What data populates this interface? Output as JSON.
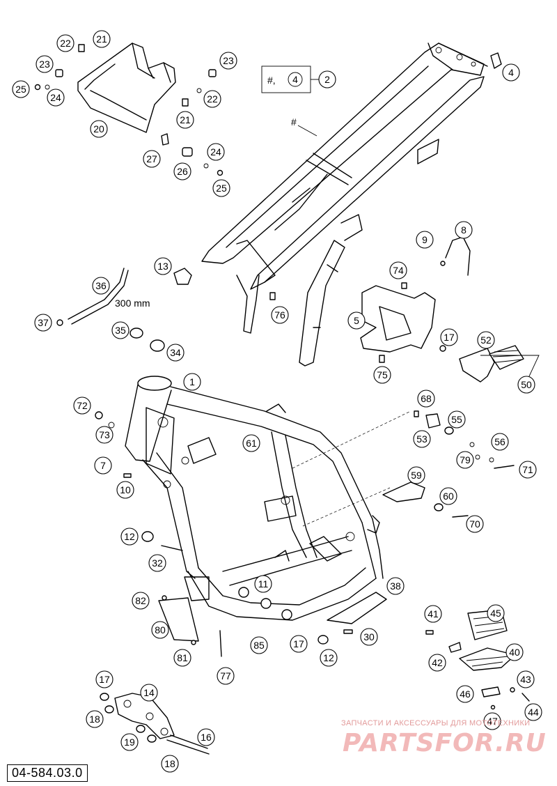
{
  "diagram": {
    "document_number": "04-584.03.0",
    "measure_label": "300 mm",
    "frame_marker": "#",
    "kit_marker_prefix": "#,",
    "kit_marker_ref": "4",
    "callouts": [
      {
        "id": "c1",
        "num": "1"
      },
      {
        "id": "c2",
        "num": "2"
      },
      {
        "id": "c4",
        "num": "4"
      },
      {
        "id": "c5",
        "num": "5"
      },
      {
        "id": "c7",
        "num": "7"
      },
      {
        "id": "c8",
        "num": "8"
      },
      {
        "id": "c9",
        "num": "9"
      },
      {
        "id": "c10",
        "num": "10"
      },
      {
        "id": "c11",
        "num": "11"
      },
      {
        "id": "c12a",
        "num": "12"
      },
      {
        "id": "c12b",
        "num": "12"
      },
      {
        "id": "c13",
        "num": "13"
      },
      {
        "id": "c14",
        "num": "14"
      },
      {
        "id": "c16",
        "num": "16"
      },
      {
        "id": "c17a",
        "num": "17"
      },
      {
        "id": "c17b",
        "num": "17"
      },
      {
        "id": "c17c",
        "num": "17"
      },
      {
        "id": "c18a",
        "num": "18"
      },
      {
        "id": "c18b",
        "num": "18"
      },
      {
        "id": "c19",
        "num": "19"
      },
      {
        "id": "c20",
        "num": "20"
      },
      {
        "id": "c21a",
        "num": "21"
      },
      {
        "id": "c21b",
        "num": "21"
      },
      {
        "id": "c22a",
        "num": "22"
      },
      {
        "id": "c22b",
        "num": "22"
      },
      {
        "id": "c23a",
        "num": "23"
      },
      {
        "id": "c23b",
        "num": "23"
      },
      {
        "id": "c24a",
        "num": "24"
      },
      {
        "id": "c24b",
        "num": "24"
      },
      {
        "id": "c25a",
        "num": "25"
      },
      {
        "id": "c25b",
        "num": "25"
      },
      {
        "id": "c26",
        "num": "26"
      },
      {
        "id": "c27",
        "num": "27"
      },
      {
        "id": "c30",
        "num": "30"
      },
      {
        "id": "c32",
        "num": "32"
      },
      {
        "id": "c34",
        "num": "34"
      },
      {
        "id": "c35",
        "num": "35"
      },
      {
        "id": "c36",
        "num": "36"
      },
      {
        "id": "c37",
        "num": "37"
      },
      {
        "id": "c38",
        "num": "38"
      },
      {
        "id": "c40",
        "num": "40"
      },
      {
        "id": "c41",
        "num": "41"
      },
      {
        "id": "c42",
        "num": "42"
      },
      {
        "id": "c43",
        "num": "43"
      },
      {
        "id": "c44",
        "num": "44"
      },
      {
        "id": "c45",
        "num": "45"
      },
      {
        "id": "c46",
        "num": "46"
      },
      {
        "id": "c47",
        "num": "47"
      },
      {
        "id": "c50",
        "num": "50"
      },
      {
        "id": "c52",
        "num": "52"
      },
      {
        "id": "c53",
        "num": "53"
      },
      {
        "id": "c55",
        "num": "55"
      },
      {
        "id": "c56",
        "num": "56"
      },
      {
        "id": "c59",
        "num": "59"
      },
      {
        "id": "c60",
        "num": "60"
      },
      {
        "id": "c61",
        "num": "61"
      },
      {
        "id": "c68",
        "num": "68"
      },
      {
        "id": "c70",
        "num": "70"
      },
      {
        "id": "c71",
        "num": "71"
      },
      {
        "id": "c72",
        "num": "72"
      },
      {
        "id": "c73",
        "num": "73"
      },
      {
        "id": "c74",
        "num": "74"
      },
      {
        "id": "c75",
        "num": "75"
      },
      {
        "id": "c76",
        "num": "76"
      },
      {
        "id": "c77",
        "num": "77"
      },
      {
        "id": "c79",
        "num": "79"
      },
      {
        "id": "c80",
        "num": "80"
      },
      {
        "id": "c81",
        "num": "81"
      },
      {
        "id": "c82",
        "num": "82"
      },
      {
        "id": "c85",
        "num": "85"
      }
    ]
  },
  "watermark": {
    "subtitle": "ЗАПЧАСТИ И АКСЕССУАРЫ ДЛЯ МОТОТЕХНИКИ",
    "logo": "PARTSFOR.RU"
  }
}
